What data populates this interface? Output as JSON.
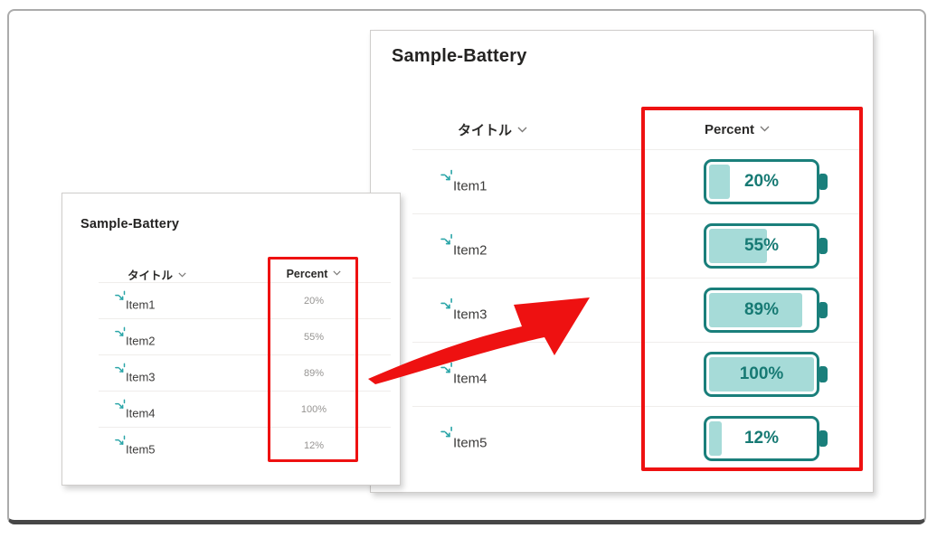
{
  "colors": {
    "accent_red": "#ee1111",
    "battery_border": "#1a7f7b",
    "battery_fill": "#a6dbd8",
    "battery_text": "#177a74",
    "sparkle": "#2aa5a8"
  },
  "left_panel": {
    "title": "Sample-Battery",
    "columns": {
      "title": "タイトル",
      "percent": "Percent"
    },
    "rows": [
      {
        "title": "Item1",
        "percent": "20%"
      },
      {
        "title": "Item2",
        "percent": "55%"
      },
      {
        "title": "Item3",
        "percent": "89%"
      },
      {
        "title": "Item4",
        "percent": "100%"
      },
      {
        "title": "Item5",
        "percent": "12%"
      }
    ]
  },
  "right_panel": {
    "title": "Sample-Battery",
    "columns": {
      "title": "タイトル",
      "percent": "Percent"
    },
    "rows": [
      {
        "title": "Item1",
        "percent": "20%",
        "value": 20
      },
      {
        "title": "Item2",
        "percent": "55%",
        "value": 55
      },
      {
        "title": "Item3",
        "percent": "89%",
        "value": 89
      },
      {
        "title": "Item4",
        "percent": "100%",
        "value": 100
      },
      {
        "title": "Item5",
        "percent": "12%",
        "value": 12
      }
    ]
  }
}
